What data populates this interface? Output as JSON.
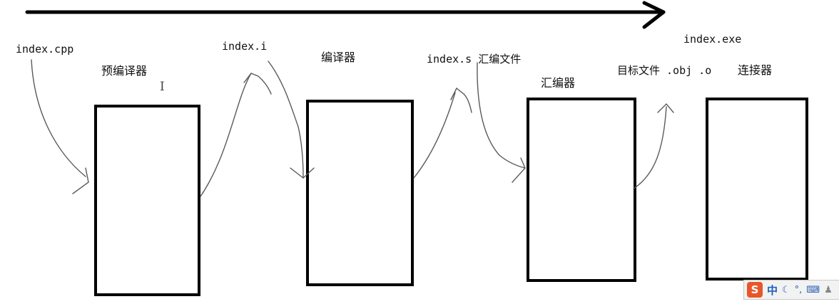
{
  "labels": {
    "index_cpp": "index.cpp",
    "preprocessor": "预编译器",
    "index_i": "index.i",
    "compiler": "编译器",
    "index_s": "index.s 汇编文件",
    "assembler": "汇编器",
    "object_file": "目标文件 .obj .o",
    "linker": "连接器",
    "index_exe": "index.exe"
  },
  "text_cursor": "I",
  "ime_toolbar": {
    "logo": "S",
    "mode": "中",
    "icons": [
      "moon-icon",
      "punctuation-icon",
      "keyboard-icon",
      "user-icon"
    ]
  },
  "colors": {
    "ink": "#000000",
    "pencil": "#5a5a5a",
    "ime_logo": "#e8562a",
    "ime_text": "#1f5fbf"
  }
}
